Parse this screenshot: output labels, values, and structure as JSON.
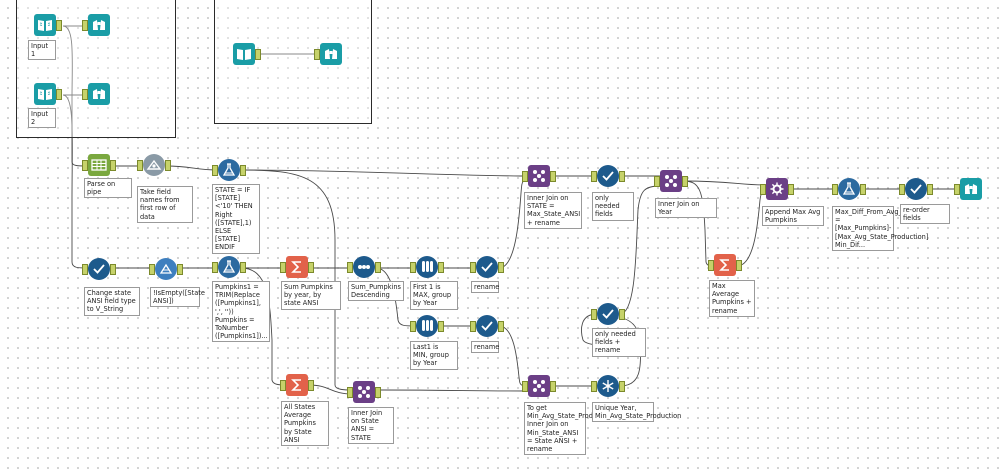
{
  "workflow": {
    "containers": [
      {
        "id": "container-1"
      },
      {
        "id": "container-2"
      }
    ],
    "labels": {
      "input1": "Input 1",
      "input2": "Input 2",
      "parse": "Parse on pipe",
      "field_names": "Take field names from first row of data",
      "state_formula": "STATE = IF [STATE]<'10' THEN Right ([STATE],1) ELSE [STATE] ENDIF",
      "change_state": "Change state ANSI field type to V_String",
      "isempty": "!IsEmpty([State ANSI])",
      "pumpkins_formula": "Pumpkins1 = TRIM(Replace ([Pumpkins1], ',', '')) Pumpkins = ToNumber ([Pumpkins1])...",
      "sum_pumpkins": "Sum Pumpkins by year, by state ANSI",
      "sort_desc": "Sum_Pumpkins Descending",
      "first1": "First 1 is MAX, group by Year",
      "rename1": "rename",
      "last1": "Last1 is MIN, group by Year",
      "rename2": "rename",
      "all_states": "All States Average Pumpkins by State ANSI",
      "inner_join_state_ansi": "Inner Join on State ANSI = STATE",
      "inner_join_max": "Inner Join on STATE = Max_State_ANSI + rename",
      "only_needed1": "only needed fields",
      "only_needed2": "only needed fields + rename",
      "inner_join_year": "Inner Join on Year",
      "max_avg": "Max Average Pumpkins + rename",
      "append": "Append Max Avg Pumpkins",
      "max_diff": "Max_Diff_From_Avg_Production = [Max_Pumpkins]-[Max_Avg_State_Production] Min_Dif...",
      "reorder": "re-order fields",
      "to_get_min": "To get Min_Avg_State_Production Inner Join on Min_State_ANSI = State ANSI + rename",
      "unique_year": "Unique Year, Min_Avg_State_Production"
    },
    "colors": {
      "input": "#1a9da6",
      "browse": "#1a9da6",
      "parse": "#7aa83f",
      "formula": "#2c6aa0",
      "summarize": "#e2624a",
      "join": "#6b3f86",
      "select": "#1d5a8c",
      "wire": "#4a4a4a"
    },
    "icons": {
      "input": "book-icon",
      "browse": "binoculars-icon",
      "parse": "text-to-columns-icon",
      "dynamic_rename": "dynamic-rename-icon",
      "formula": "flask-icon",
      "select": "checkmark-icon",
      "filter": "filter-icon",
      "summarize": "sigma-icon",
      "sort": "sort-icon",
      "sample": "test-tubes-icon",
      "join": "join-icon",
      "append": "gear-icon",
      "unique": "snowflake-icon"
    }
  }
}
